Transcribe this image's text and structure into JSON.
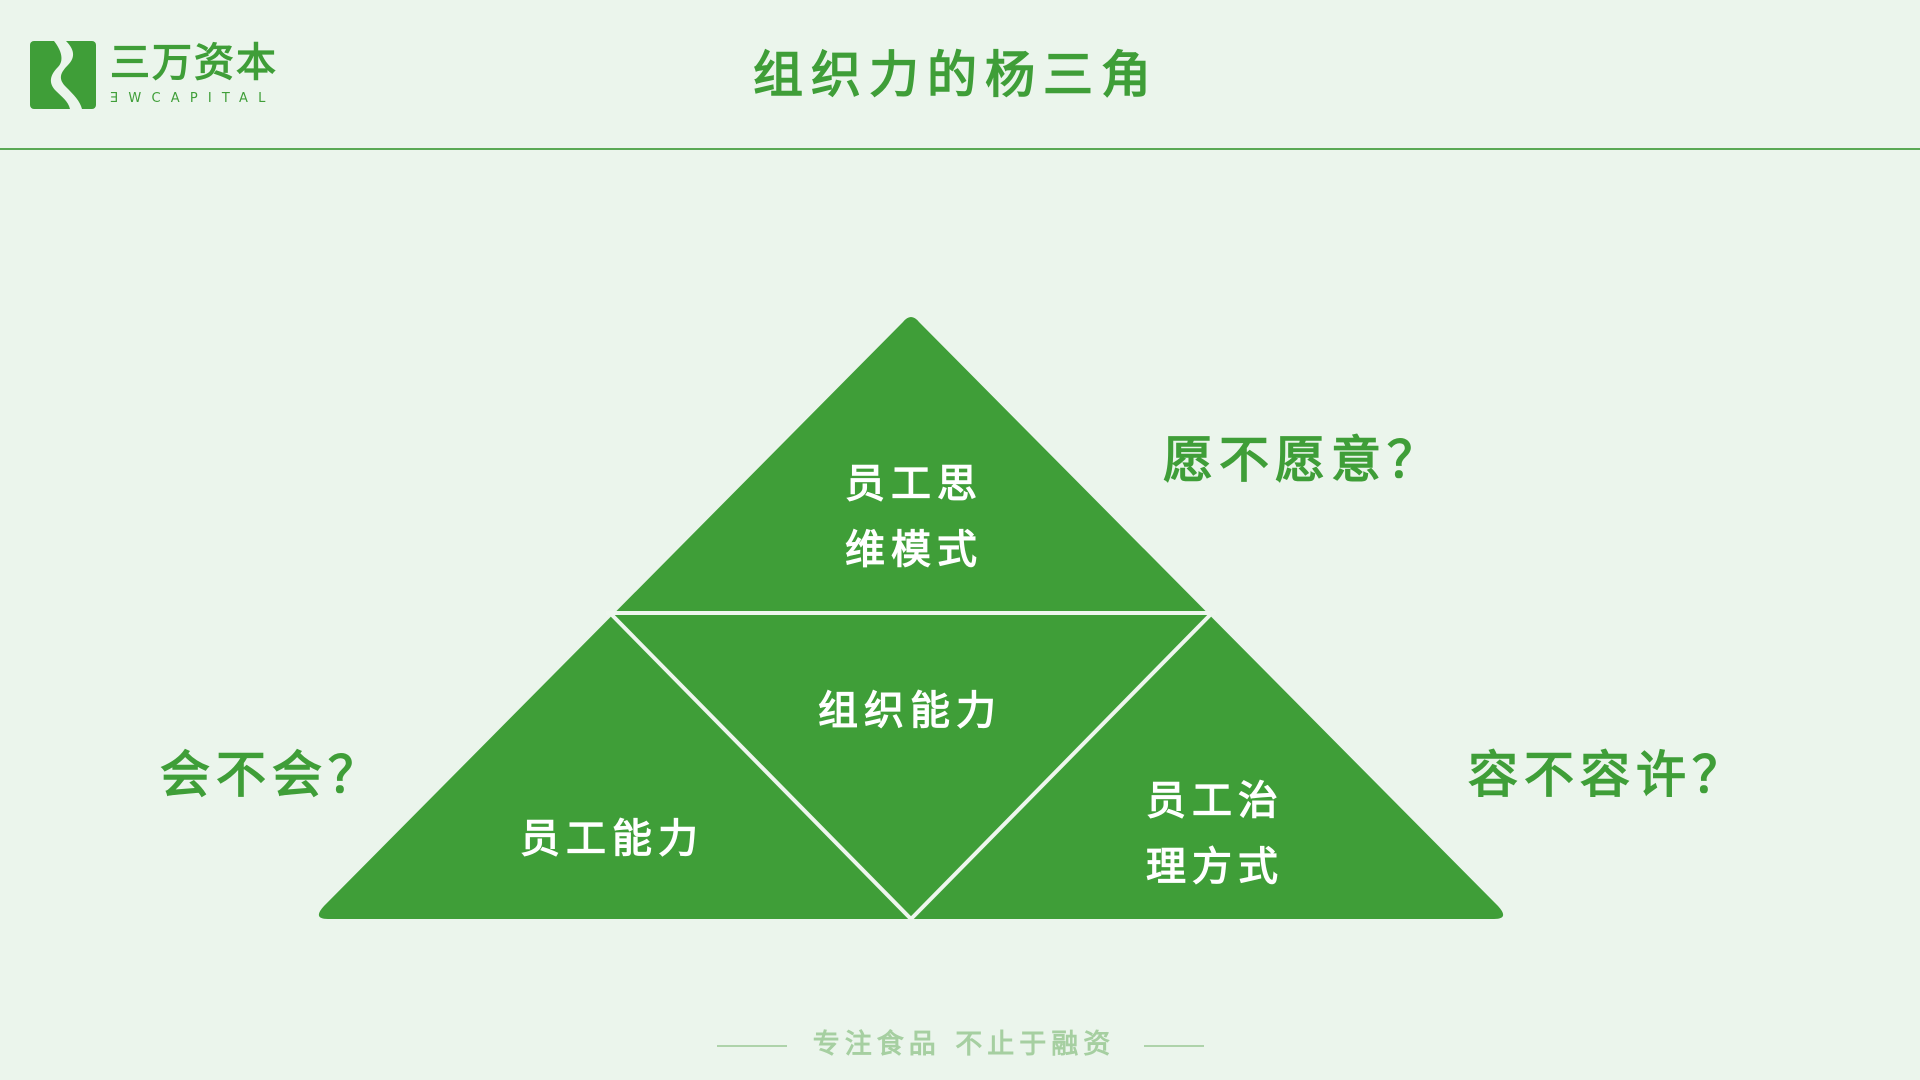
{
  "brand": {
    "name_cn": "三万资本",
    "name_en": "ƎWCAPITAL",
    "logo_icon": "river-s-logo-icon",
    "color": "#3f9e38"
  },
  "header": {
    "title": "组织力的杨三角"
  },
  "diagram": {
    "type": "pyramid-triangle",
    "fill_color": "#3f9e38",
    "divider_color": "#eef6ee",
    "cells": {
      "top": "员工思\n维模式",
      "center": "组织能力",
      "bottom_left": "员工能力",
      "bottom_right": "员工治\n理方式"
    },
    "questions": {
      "top_right": "愿不愿意？",
      "left": "会不会？",
      "right": "容不容许？"
    }
  },
  "footer": {
    "slogan": "专注食品 不止于融资"
  },
  "colors": {
    "background": "#ebf5ec",
    "accent": "#3f9e38",
    "footer_text": "#a6cfa1"
  }
}
